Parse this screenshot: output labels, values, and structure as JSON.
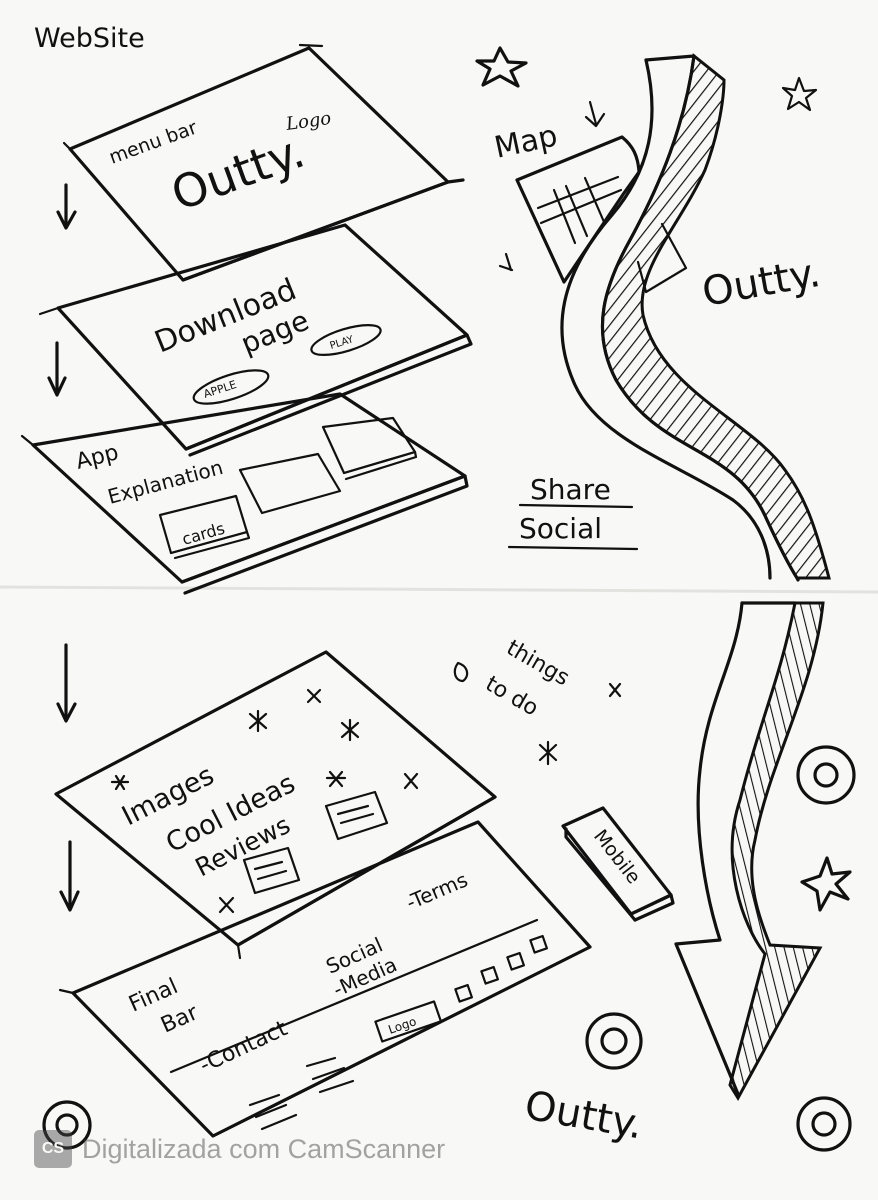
{
  "sketch": {
    "title": "WebSite",
    "layers": {
      "header": {
        "menu": "menu bar",
        "logo": "Logo",
        "brand": "Outty."
      },
      "download": {
        "title_line1": "Download",
        "title_line2": "page",
        "apple_button": "APPLE",
        "play_button": "PLAY"
      },
      "app": {
        "title": "App",
        "subtitle": "Explanation",
        "cards_label": "cards"
      },
      "content": {
        "line1": "Images",
        "line2": "Cool Ideas",
        "line3": "Reviews"
      },
      "footer": {
        "title_line1": "Final",
        "title_line2": "Bar",
        "social_line1": "Social",
        "social_line2": "-Media",
        "terms": "-Terms",
        "contact": "-Contact",
        "logo": "Logo"
      }
    },
    "right_side": {
      "map": "Map",
      "brand_mid": "Outty.",
      "share": "Share",
      "social": "Social",
      "things": "things",
      "to_do": "to do",
      "mobile": "Mobile",
      "brand_bottom": "Outty."
    }
  },
  "watermark": {
    "logo_text": "CS",
    "text": "Digitalizada com CamScanner"
  }
}
